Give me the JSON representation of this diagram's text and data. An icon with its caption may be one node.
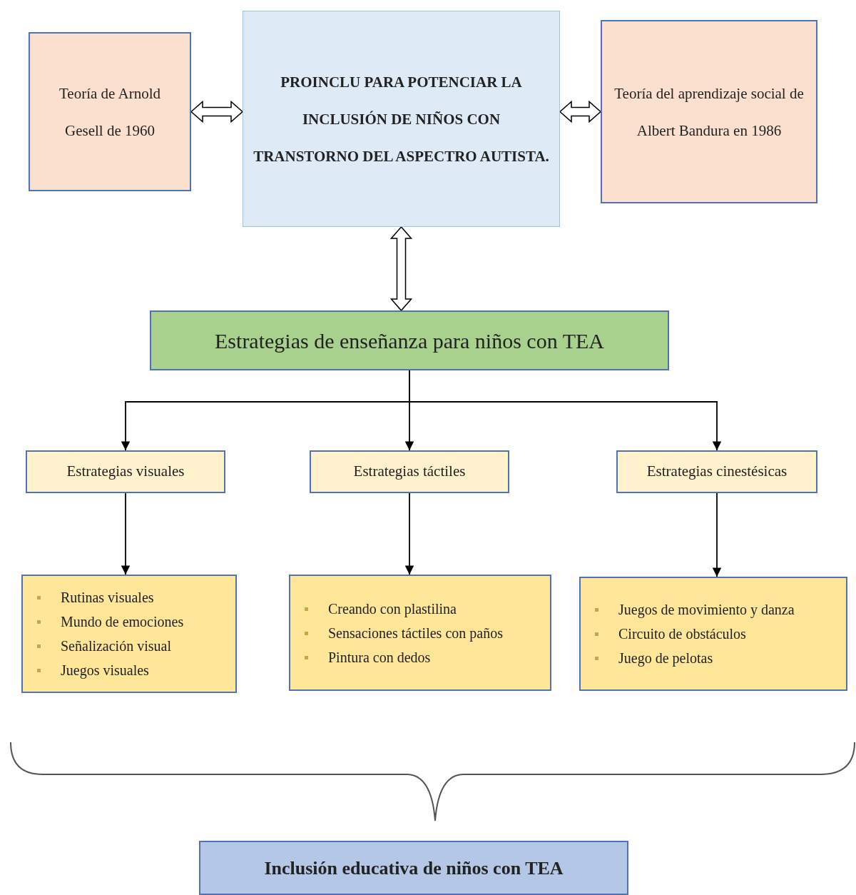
{
  "diagram": {
    "nodes": [
      {
        "text": [
          "Teoría de Arnold Gesell de 1960"
        ]
      },
      {
        "text": [
          "PROINCLU PARA POTENCIAR LA INCLUSIÓN DE NIÑOS CON TRANSTORNO DEL ASPECTRO AUTISTA."
        ]
      },
      {
        "text": [
          "Teoría del aprendizaje social de Albert Bandura en 1986"
        ]
      },
      {
        "text": [
          "Estrategias de enseñanza para niños con TEA"
        ]
      },
      {
        "text": [
          "Estrategias visuales"
        ]
      },
      {
        "text": [
          "Estrategias táctiles"
        ]
      },
      {
        "text": [
          "Estrategias cinestésicas"
        ]
      },
      {
        "text": [
          "Rutinas visuales",
          "Mundo de emociones",
          "Señalización visual",
          "Juegos visuales"
        ]
      },
      {
        "text": [
          "Creando con plastilina",
          "Sensaciones táctiles con paños",
          "Pintura con dedos"
        ]
      },
      {
        "text": [
          "Juegos de movimiento y danza",
          "Circuito de obstáculos",
          "Juego de pelotas"
        ]
      },
      {
        "text": [
          "Inclusión educativa de niños con TEA"
        ]
      }
    ],
    "edges": [
      {
        "from": 0,
        "to": 1,
        "arrow": "both",
        "style": "thick"
      },
      {
        "from": 1,
        "to": 2,
        "arrow": "both",
        "style": "thick"
      },
      {
        "from": 1,
        "to": 3,
        "arrow": "both",
        "style": "thick"
      },
      {
        "from": 3,
        "to": 4,
        "arrow": "to"
      },
      {
        "from": 3,
        "to": 5,
        "arrow": "to"
      },
      {
        "from": 3,
        "to": 6,
        "arrow": "to"
      },
      {
        "from": 4,
        "to": 7,
        "arrow": "to"
      },
      {
        "from": 5,
        "to": 8,
        "arrow": "to"
      },
      {
        "from": 6,
        "to": 9,
        "arrow": "to"
      }
    ]
  }
}
